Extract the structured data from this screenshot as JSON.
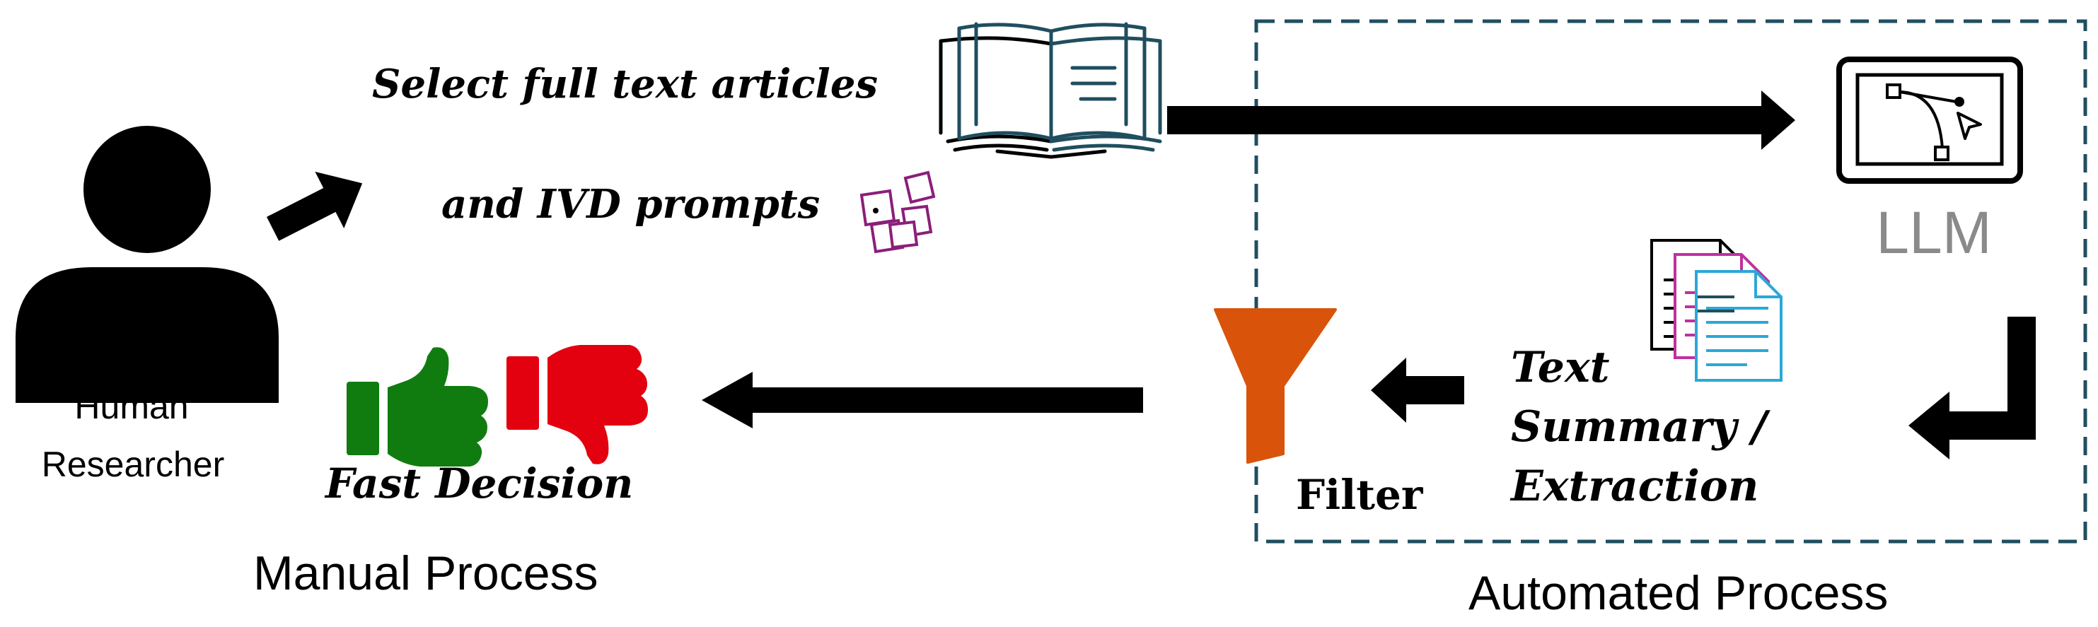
{
  "person": {
    "line1": "Human",
    "line2": "Researcher"
  },
  "inputs": {
    "line1": "Select full text articles",
    "line2": "and IVD prompts"
  },
  "llm": {
    "label": "LLM",
    "label_color": "#8a8a8a"
  },
  "summary": {
    "line1": "Text",
    "line2": "Summary /",
    "line3": "Extraction"
  },
  "filter": {
    "label": "Filter",
    "color": "#d9540a"
  },
  "decision": {
    "label": "Fast Decision",
    "up_color": "#107c10",
    "down_color": "#e3000f"
  },
  "sections": {
    "manual": "Manual Process",
    "automated": "Automated Process",
    "box_color": "#1f4e5f"
  },
  "icons": {
    "person": "person-icon",
    "book": "open-book-icon",
    "prompts": "sticky-notes-icon",
    "llm": "vector-tablet-icon",
    "documents": "documents-icon",
    "filter": "funnel-icon",
    "thumbs_up": "thumbs-up-icon",
    "thumbs_down": "thumbs-down-icon"
  },
  "colors": {
    "book": "#1f4e5f",
    "prompts": "#8b1e7a",
    "doc_magenta": "#c0309e",
    "doc_cyan": "#2aa8d8"
  }
}
